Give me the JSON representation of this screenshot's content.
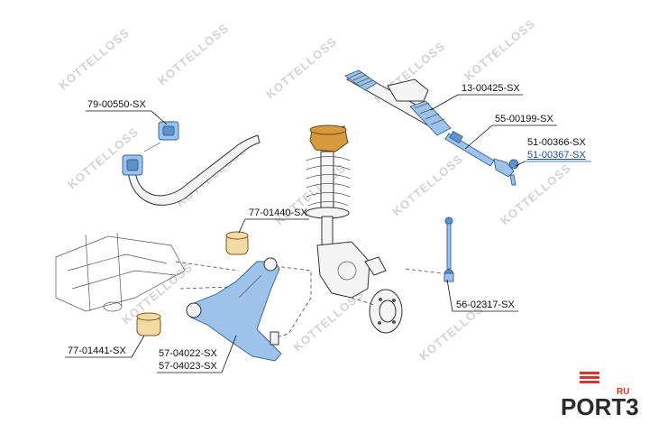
{
  "watermark": {
    "text": "KOTTELLOSS"
  },
  "labels": {
    "stabilizer_bushing": "79-00550-SX",
    "tie_rod_end_boot": "13-00425-SX",
    "tie_rod": "55-00199-SX",
    "tie_rod_end_left": "51-00366-SX",
    "tie_rod_end_right": "51-00367-SX",
    "control_arm_bushing_upper": "77-01440-SX",
    "stabilizer_link": "56-02317-SX",
    "control_arm_bushing_lower": "77-01441-SX",
    "control_arm_left": "57-04022-SX",
    "control_arm_right": "57-04023-SX"
  },
  "logo": {
    "brand": "PORT3",
    "suffix": "RU"
  },
  "colors": {
    "highlight_blue": "#9dc3ea",
    "bushing_yellow": "#f3d9a4",
    "mount_orange": "#d79a3c",
    "link_blue": "#1a4fa0",
    "logo_red": "#e0312a"
  }
}
